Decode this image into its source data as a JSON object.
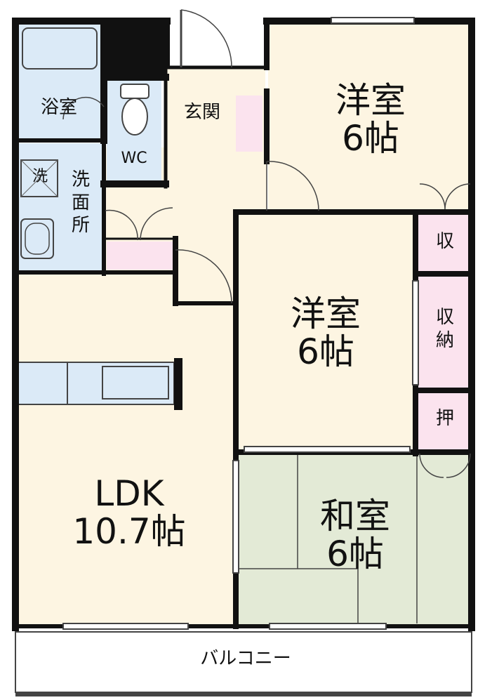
{
  "rooms": {
    "yoshitsu_top": {
      "name": "洋室",
      "size": "6帖"
    },
    "yoshitsu_mid": {
      "name": "洋室",
      "size": "6帖"
    },
    "washitsu": {
      "name": "和室",
      "size": "6帖"
    },
    "ldk": {
      "name": "LDK",
      "size": "10.7帖"
    },
    "bath": {
      "name": "浴室"
    },
    "genkan": {
      "name": "玄関"
    },
    "wc": {
      "name": "WC"
    },
    "washroom": {
      "name": "洗面所"
    },
    "washer": {
      "name": "洗"
    },
    "storage_top": {
      "name": "収"
    },
    "storage_mid": {
      "name": "収納"
    },
    "closet": {
      "name": "押"
    },
    "balcony": {
      "name": "バルコニー"
    }
  },
  "colors": {
    "wall": "#111111",
    "western_room_floor": "#fdf5e2",
    "tatami_floor": "#e3ead6",
    "wet_area_floor": "#dbeaf7",
    "storage_floor": "#fbe3ee",
    "balcony_floor": "#ffffff"
  }
}
